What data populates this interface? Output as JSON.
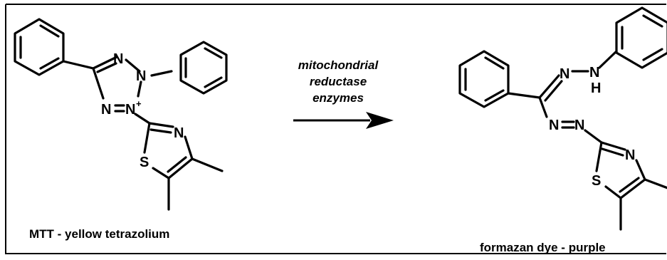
{
  "reactant": {
    "caption": "MTT - yellow tetrazolium",
    "atoms": {
      "n_top": "N",
      "n_right": "N",
      "n_left": "N",
      "n_plus": "N",
      "charge": "+",
      "thiazole_n": "N",
      "thiazole_s": "S"
    }
  },
  "conditions": {
    "line1": "mitochondrial",
    "line2": "reductase",
    "line3": "enzymes"
  },
  "product": {
    "caption": "formazan dye - purple",
    "atoms": {
      "n1": "N",
      "nh_n": "N",
      "nh_h": "H",
      "n3": "N",
      "n4": "N",
      "thiazole_n": "N",
      "thiazole_s": "S"
    }
  }
}
